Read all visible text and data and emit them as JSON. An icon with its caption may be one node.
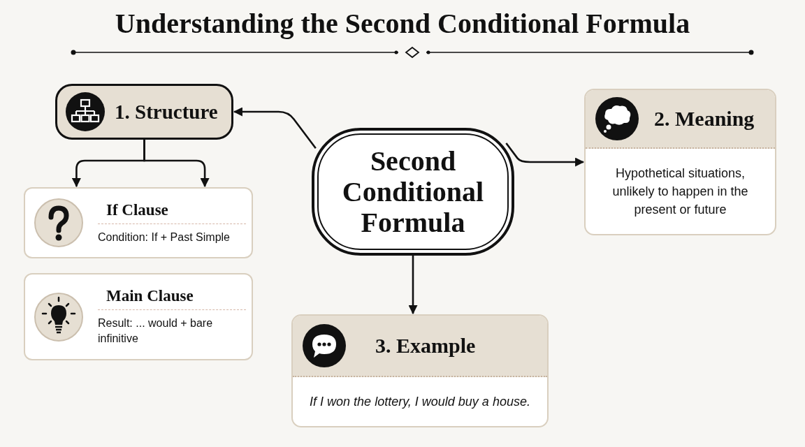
{
  "diagram": {
    "title": "Understanding the Second Conditional Formula",
    "nodes": [
      {
        "text": [
          "Second Conditional Formula"
        ]
      },
      {
        "text": [
          "1. Structure"
        ]
      },
      {
        "text": [
          "If Clause",
          "Condition: If + Past Simple"
        ]
      },
      {
        "text": [
          "Main Clause",
          "Result: ... would + bare infinitive"
        ]
      },
      {
        "text": [
          "2. Meaning",
          "Hypothetical situations, unlikely to happen in the present or future"
        ]
      },
      {
        "text": [
          "3. Example",
          "If I won the lottery, I would buy a house."
        ]
      }
    ],
    "edges": [
      {
        "from": 0,
        "to": 1,
        "arrow": "to"
      },
      {
        "from": 0,
        "to": 4,
        "arrow": "to"
      },
      {
        "from": 0,
        "to": 5,
        "arrow": "to"
      },
      {
        "from": 1,
        "to": 2,
        "arrow": "to"
      },
      {
        "from": 1,
        "to": 2,
        "arrow": "to"
      }
    ]
  }
}
